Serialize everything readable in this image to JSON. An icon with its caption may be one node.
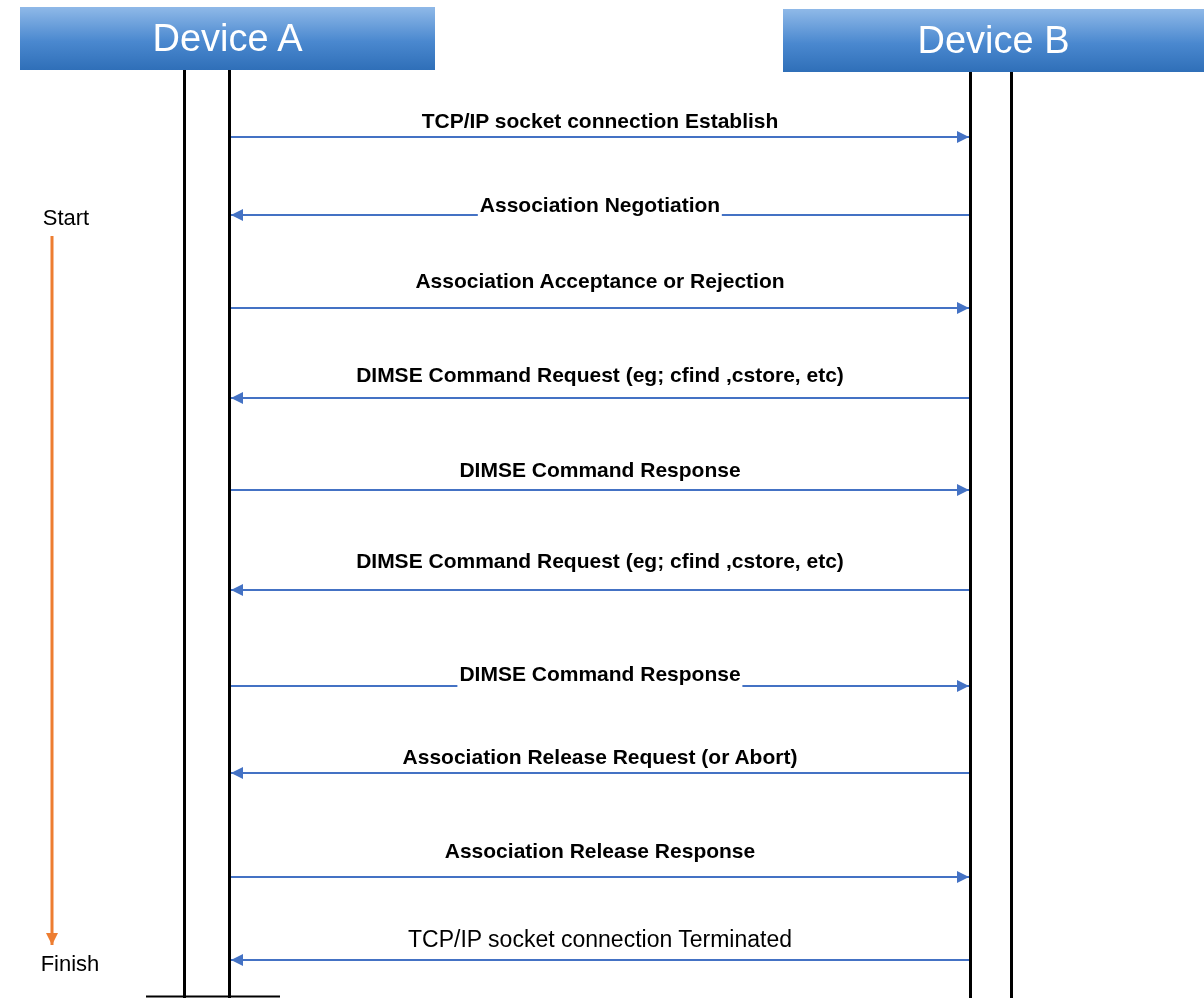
{
  "diagram": {
    "nodes": [
      {
        "text": [
          "Device A"
        ]
      },
      {
        "text": [
          "Device B"
        ]
      },
      {
        "text": [],
        "shape": "bar"
      },
      {
        "text": [],
        "shape": "bar"
      },
      {
        "text": [
          "Start"
        ]
      },
      {
        "text": [
          "Finish"
        ]
      }
    ],
    "edges": [
      {
        "from": 2,
        "to": 3,
        "arrow": "to",
        "label": "TCP/IP socket connection Establish"
      },
      {
        "from": 3,
        "to": 2,
        "arrow": "to",
        "label": "Association Negotiation"
      },
      {
        "from": 2,
        "to": 3,
        "arrow": "to",
        "label": "Association Acceptance or Rejection"
      },
      {
        "from": 3,
        "to": 2,
        "arrow": "to",
        "label": "DIMSE Command Request (eg; cfind ,cstore, etc)"
      },
      {
        "from": 2,
        "to": 3,
        "arrow": "to",
        "label": "DIMSE Command Response"
      },
      {
        "from": 3,
        "to": 2,
        "arrow": "to",
        "label": "DIMSE Command Request (eg; cfind ,cstore, etc)"
      },
      {
        "from": 2,
        "to": 3,
        "arrow": "to",
        "label": "DIMSE Command Response"
      },
      {
        "from": 3,
        "to": 2,
        "arrow": "to",
        "label": "Association Release Request (or Abort)"
      },
      {
        "from": 2,
        "to": 3,
        "arrow": "to",
        "label": "Association Release Response"
      },
      {
        "from": 3,
        "to": 2,
        "arrow": "to",
        "label": "TCP/IP socket connection Terminated"
      },
      {
        "from": 4,
        "to": 5,
        "arrow": "to",
        "color": "#ed7d31"
      }
    ]
  }
}
